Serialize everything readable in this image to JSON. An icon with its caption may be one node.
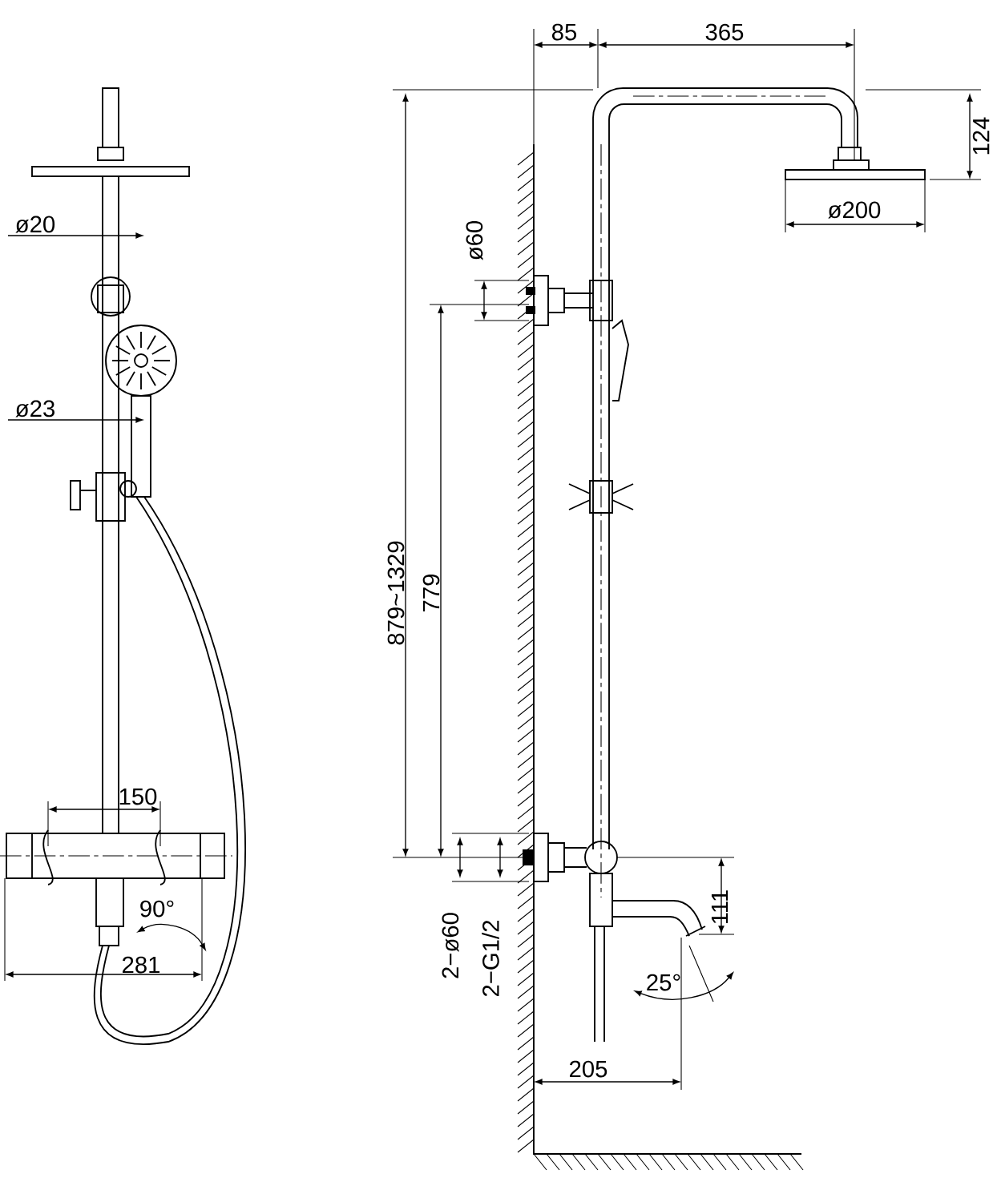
{
  "diagram": {
    "labels": [
      "ø20",
      "ø23",
      "150",
      "90°",
      "281",
      "85",
      "365",
      "124",
      "ø200",
      "ø60",
      "879~1329",
      "779",
      "2−ø60",
      "2−G1/2",
      "111",
      "25°",
      "205"
    ]
  }
}
